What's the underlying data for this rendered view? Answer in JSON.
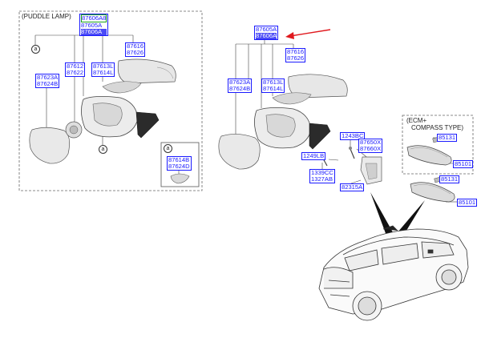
{
  "puddle_group": {
    "caption": "(PUDDLE LAMP)",
    "assy_codes": [
      "87606A8",
      "87605A",
      "87606A"
    ],
    "cover_codes": [
      "87616",
      "87626"
    ],
    "glass_codes": [
      "87623A",
      "87624B"
    ],
    "lamp_codes": [
      "87612",
      "87622"
    ],
    "repeater_codes": [
      "87613L",
      "87614L"
    ],
    "inset_codes": [
      "87614B",
      "87624D"
    ],
    "ref_a": "a"
  },
  "std_group": {
    "assy_codes": [
      "87605A",
      "87606A"
    ],
    "cover_codes": [
      "87616",
      "87626"
    ],
    "glass_codes": [
      "87623A",
      "87624B"
    ],
    "repeater_codes": [
      "87613L",
      "87614L"
    ],
    "bolt_code": "1243BC",
    "cap_codes": [
      "87650X",
      "87660X"
    ],
    "screw_code": "1249LB",
    "clip_codes": [
      "1339CC",
      "1327AB"
    ],
    "bracket_code": "82315A"
  },
  "ecm_group": {
    "caption_line1": "(ECM+",
    "caption_line2": "COMPASS TYPE)",
    "cover_code_a": "85131",
    "mirror_code_a": "85101",
    "cover_code_b": "85131",
    "mirror_code_b": "85101"
  },
  "colors": {
    "label_blue": "#1a1aff",
    "highlight": "#4a4af6",
    "arrow": "#e0191e",
    "green": "#19a319"
  }
}
